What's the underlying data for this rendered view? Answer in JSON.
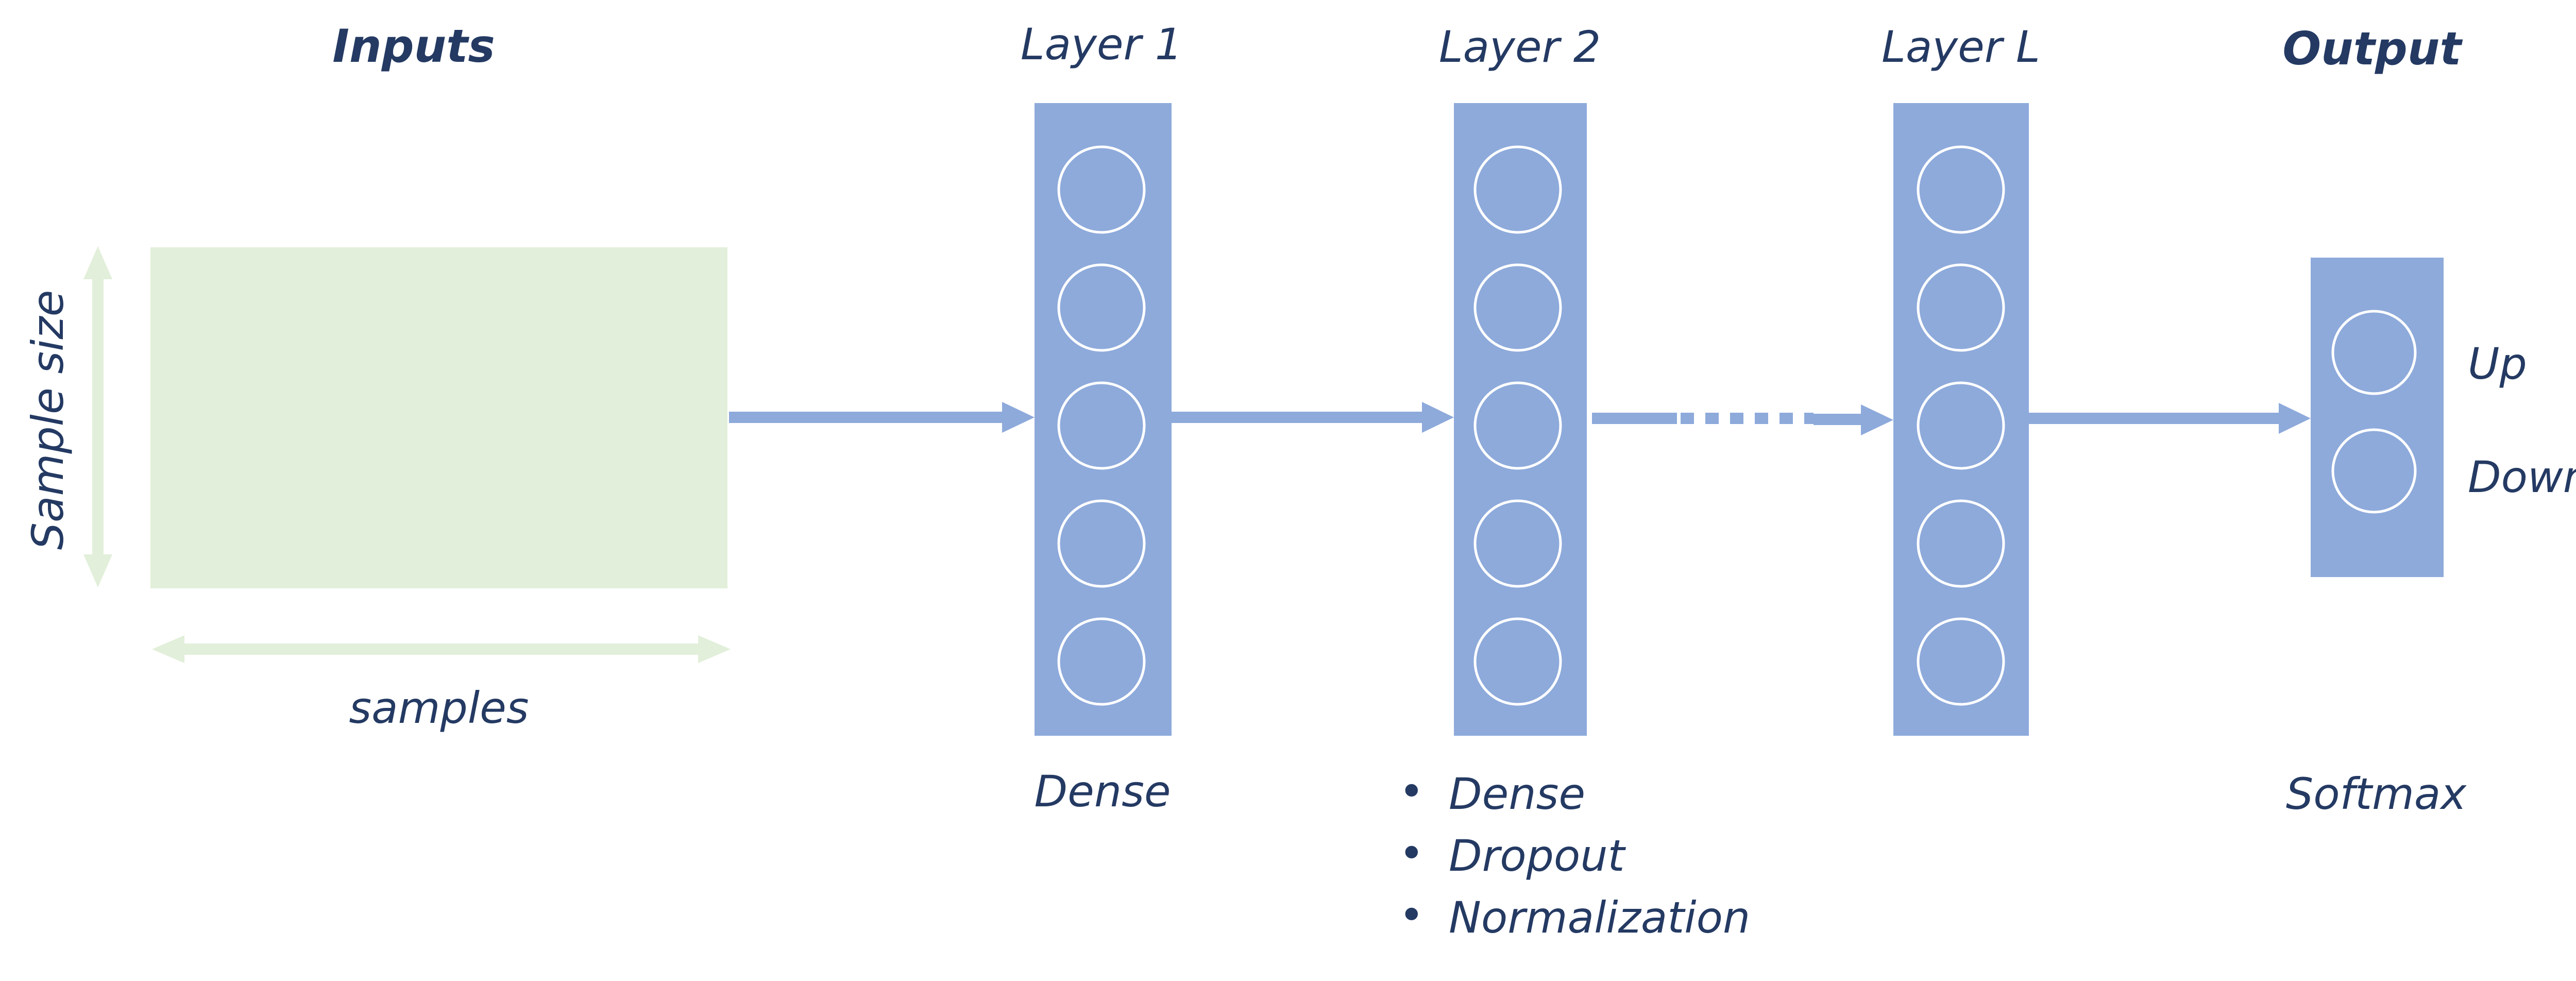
{
  "inputs": {
    "title": "Inputs",
    "height_label": "Sample size",
    "width_label": "samples"
  },
  "layers": [
    {
      "title": "Layer 1",
      "neurons": 5,
      "notes": [
        "Dense"
      ],
      "bulleted": false
    },
    {
      "title": "Layer 2",
      "neurons": 5,
      "notes": [
        "Dense",
        "Dropout",
        "Normalization"
      ],
      "bulleted": true
    },
    {
      "title": "Layer L",
      "neurons": 5,
      "notes": [],
      "bulleted": false
    }
  ],
  "output": {
    "title": "Output",
    "neurons": 2,
    "classes": [
      "Up",
      "Down"
    ],
    "activation": "Softmax"
  },
  "colors": {
    "layer_fill": "#8eaadb",
    "input_fill": "#e2efda",
    "neuron_stroke": "#ffffff",
    "text": "#243a63"
  },
  "connections": [
    {
      "from": "inputs",
      "to": "layer-1",
      "style": "solid"
    },
    {
      "from": "layer-1",
      "to": "layer-2",
      "style": "solid"
    },
    {
      "from": "layer-2",
      "to": "layer-l",
      "style": "dashed"
    },
    {
      "from": "layer-l",
      "to": "output",
      "style": "solid"
    }
  ]
}
